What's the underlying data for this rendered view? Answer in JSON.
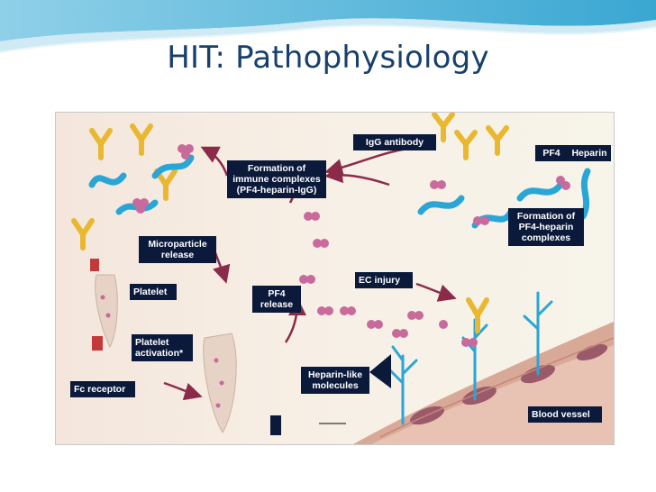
{
  "slide": {
    "title": "HIT: Pathophysiology"
  },
  "figure": {
    "labels": {
      "igg_antibody": "IgG antibody",
      "pf4": "PF4",
      "heparin": "Heparin",
      "formation_immune_complexes": "Formation of immune complexes (PF4-heparin-IgG)",
      "formation_pf4_heparin": "Formation of PF4-heparin complexes",
      "microparticle_release": "Microparticle release",
      "platelet": "Platelet",
      "pf4_release": "PF4 release",
      "ec_injury": "EC injury",
      "platelet_activation": "Platelet activation*",
      "fc_receptor": "Fc receptor",
      "heparin_like_molecules": "Heparin-like molecules",
      "blood_vessel": "Blood vessel"
    },
    "colors": {
      "label_bg": "#0b1a3b",
      "antibody": "#e9b730",
      "heparin_chain": "#2aa6d6",
      "pf4": "#c86a9c",
      "arrow": "#8c2a4a",
      "platelet": "#e6d3c6",
      "vessel": "#d39a88"
    }
  }
}
